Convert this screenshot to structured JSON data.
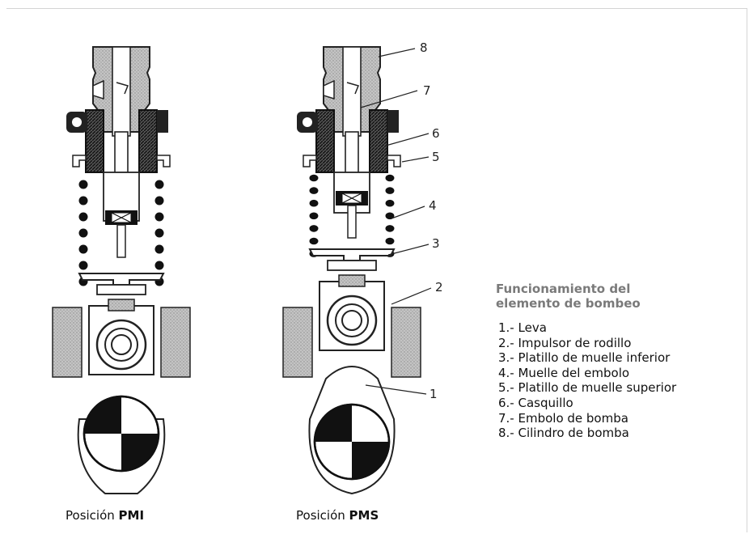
{
  "legend": {
    "title_line1": "Funcionamiento del",
    "title_line2": "elemento de bombeo",
    "items": [
      "1.- Leva",
      "2.- Impulsor de rodillo",
      "3.- Platillo de muelle inferior",
      "4.- Muelle del embolo",
      "5.- Platillo de muelle superior",
      "6.- Casquillo",
      "7.- Embolo de bomba",
      "8.- Cilindro de bomba"
    ]
  },
  "captions": {
    "left_prefix": "Posición ",
    "left_bold": "PMI",
    "right_prefix": "Posición ",
    "right_bold": "PMS"
  },
  "callouts": [
    "8",
    "7",
    "6",
    "5",
    "4",
    "3",
    "2",
    "1"
  ]
}
